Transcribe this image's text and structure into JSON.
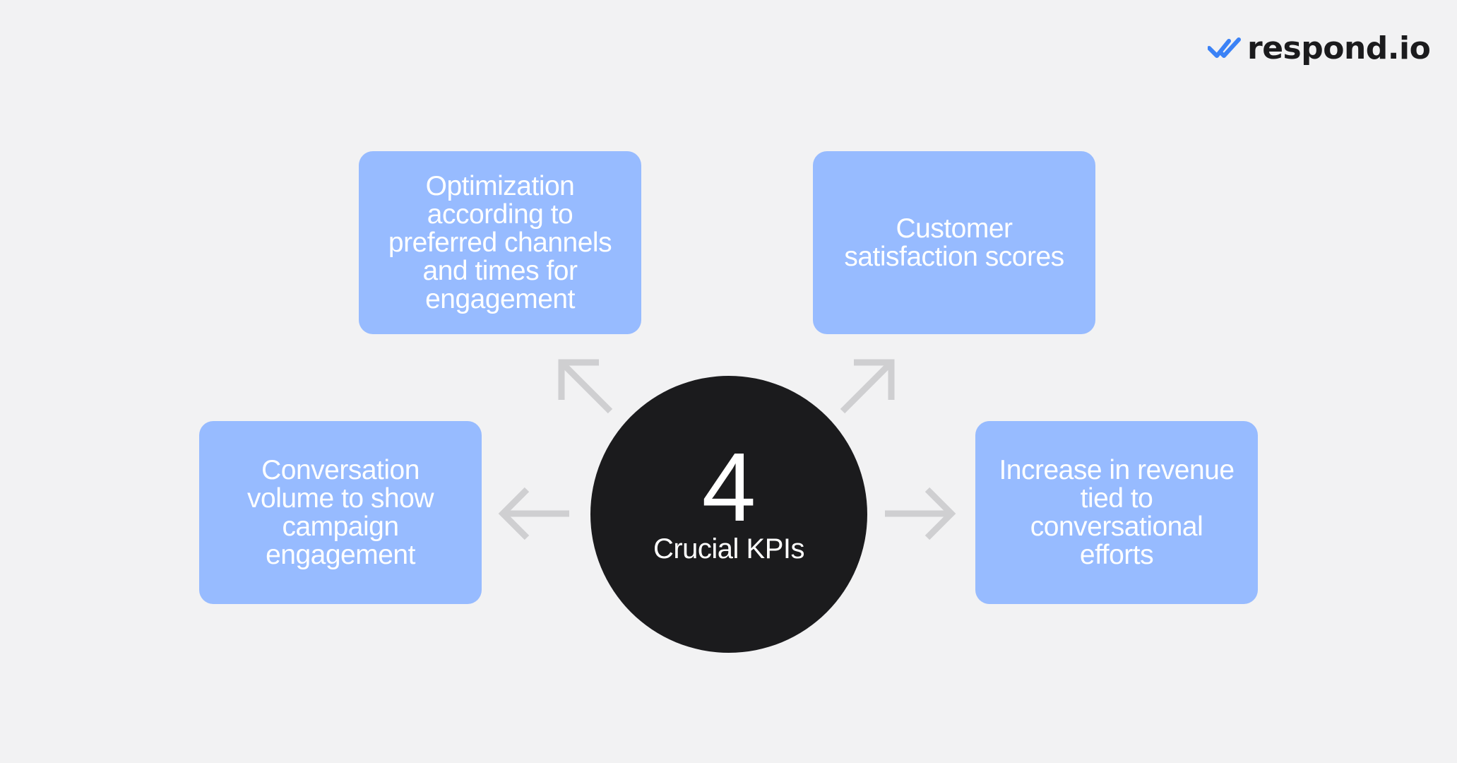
{
  "brand": {
    "name": "respond.io",
    "icon": "double-check-icon",
    "mark_color": "#3b82f6"
  },
  "center": {
    "number": "4",
    "label": "Crucial KPIs"
  },
  "kpis": [
    {
      "position": "top-left",
      "text": "Optimization according to preferred channels and times for engagement"
    },
    {
      "position": "top-right",
      "text": "Customer satisfaction scores"
    },
    {
      "position": "bottom-left",
      "text": "Conversation volume to show campaign engagement"
    },
    {
      "position": "bottom-right",
      "text": "Increase in revenue tied to conversational efforts"
    }
  ],
  "colors": {
    "background": "#f2f2f3",
    "box": "#97bbff",
    "circle": "#1b1b1d",
    "arrow": "#cfcfd1"
  }
}
